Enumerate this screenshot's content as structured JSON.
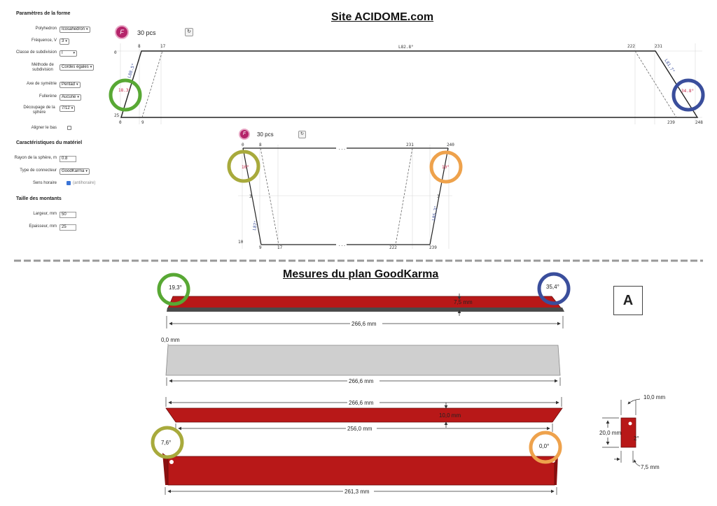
{
  "site_title": "Site ACIDOME.com",
  "plan_title": "Mesures du plan GoodKarma",
  "form": {
    "shape_section": "Paramètres de la forme",
    "polyhedron_label": "Polyhedron",
    "polyhedron_value": "Icosahedron",
    "frequency_label": "Fréquence, V",
    "frequency_value": "3",
    "subdiv_class_label": "Classe de subdivision",
    "subdiv_class_value": "I",
    "subdiv_method_label": "Méthode de subdivision",
    "subdiv_method_value": "Cordes égales",
    "symmetry_label": "Axe de symétrie",
    "symmetry_value": "Pentad",
    "fullerene_label": "Fullerène",
    "fullerene_value": "Aucune",
    "cut_label": "Découpage de la sphère",
    "cut_value": "7/12",
    "align_label": "Aligner le bas",
    "material_section": "Caractéristiques du matériel",
    "radius_label": "Rayon de la sphère, m",
    "radius_value": "0.8",
    "connector_label": "Type de connecteur",
    "connector_value": "GoodKarma",
    "clockwise_label": "Sens horaire",
    "clockwise_note": "(antihoraire)",
    "strut_section": "Taille des montants",
    "width_label": "Largeur, mm",
    "width_value": "50",
    "thickness_label": "Epaisseur, mm",
    "thickness_value": "25"
  },
  "part1": {
    "badge": "F",
    "count": "30 pcs",
    "rotate": "↻",
    "top_ticks": [
      "0",
      "8",
      "17",
      "222",
      "231"
    ],
    "bottom_ticks": [
      "0",
      "9",
      "239",
      "248"
    ],
    "left_side": [
      "0",
      "25"
    ],
    "center_angle": "L82.8°",
    "left_angle": "L88.5°",
    "left_cut": "18.3°",
    "right_angle": "L81.7°",
    "right_cut": "34.8°"
  },
  "part2": {
    "badge": "F",
    "count": "30 pcs",
    "rotate": "↻",
    "top_ticks": [
      "0",
      "8",
      "231",
      "240"
    ],
    "bottom_ticks": [
      "9",
      "17",
      "222",
      "239"
    ],
    "left_side": "10",
    "ellipsis": "...",
    "left_cut": "10°",
    "right_cut": "10°",
    "left_mark": "3",
    "right_mark": "3",
    "left_angle": "L87°",
    "right_angle": "L85.3°"
  },
  "plan": {
    "bar1": {
      "left_angle": "19,3°",
      "right_angle": "35,4°",
      "thickness": "7,5 mm",
      "length": "266,6 mm"
    },
    "bar2": {
      "offset": "0,0 mm",
      "length": "266,6 mm"
    },
    "bar3": {
      "top_length": "266,6 mm",
      "thickness": "10,0 mm",
      "bottom_length": "256,0 mm"
    },
    "bar4": {
      "left_angle": "7,6°",
      "right_angle": "0,0°",
      "length": "261,3 mm"
    },
    "label_A": "A",
    "detail": {
      "top": "10,0 mm",
      "height": "20,0 mm",
      "angle": "2°",
      "bottom": "7,5 mm"
    }
  },
  "colors": {
    "red": "#b81818",
    "green": "#58a834",
    "blue": "#3a4e9c",
    "olive": "#a8aa3c",
    "orange": "#eea24c",
    "gray": "#cfcfcf"
  }
}
